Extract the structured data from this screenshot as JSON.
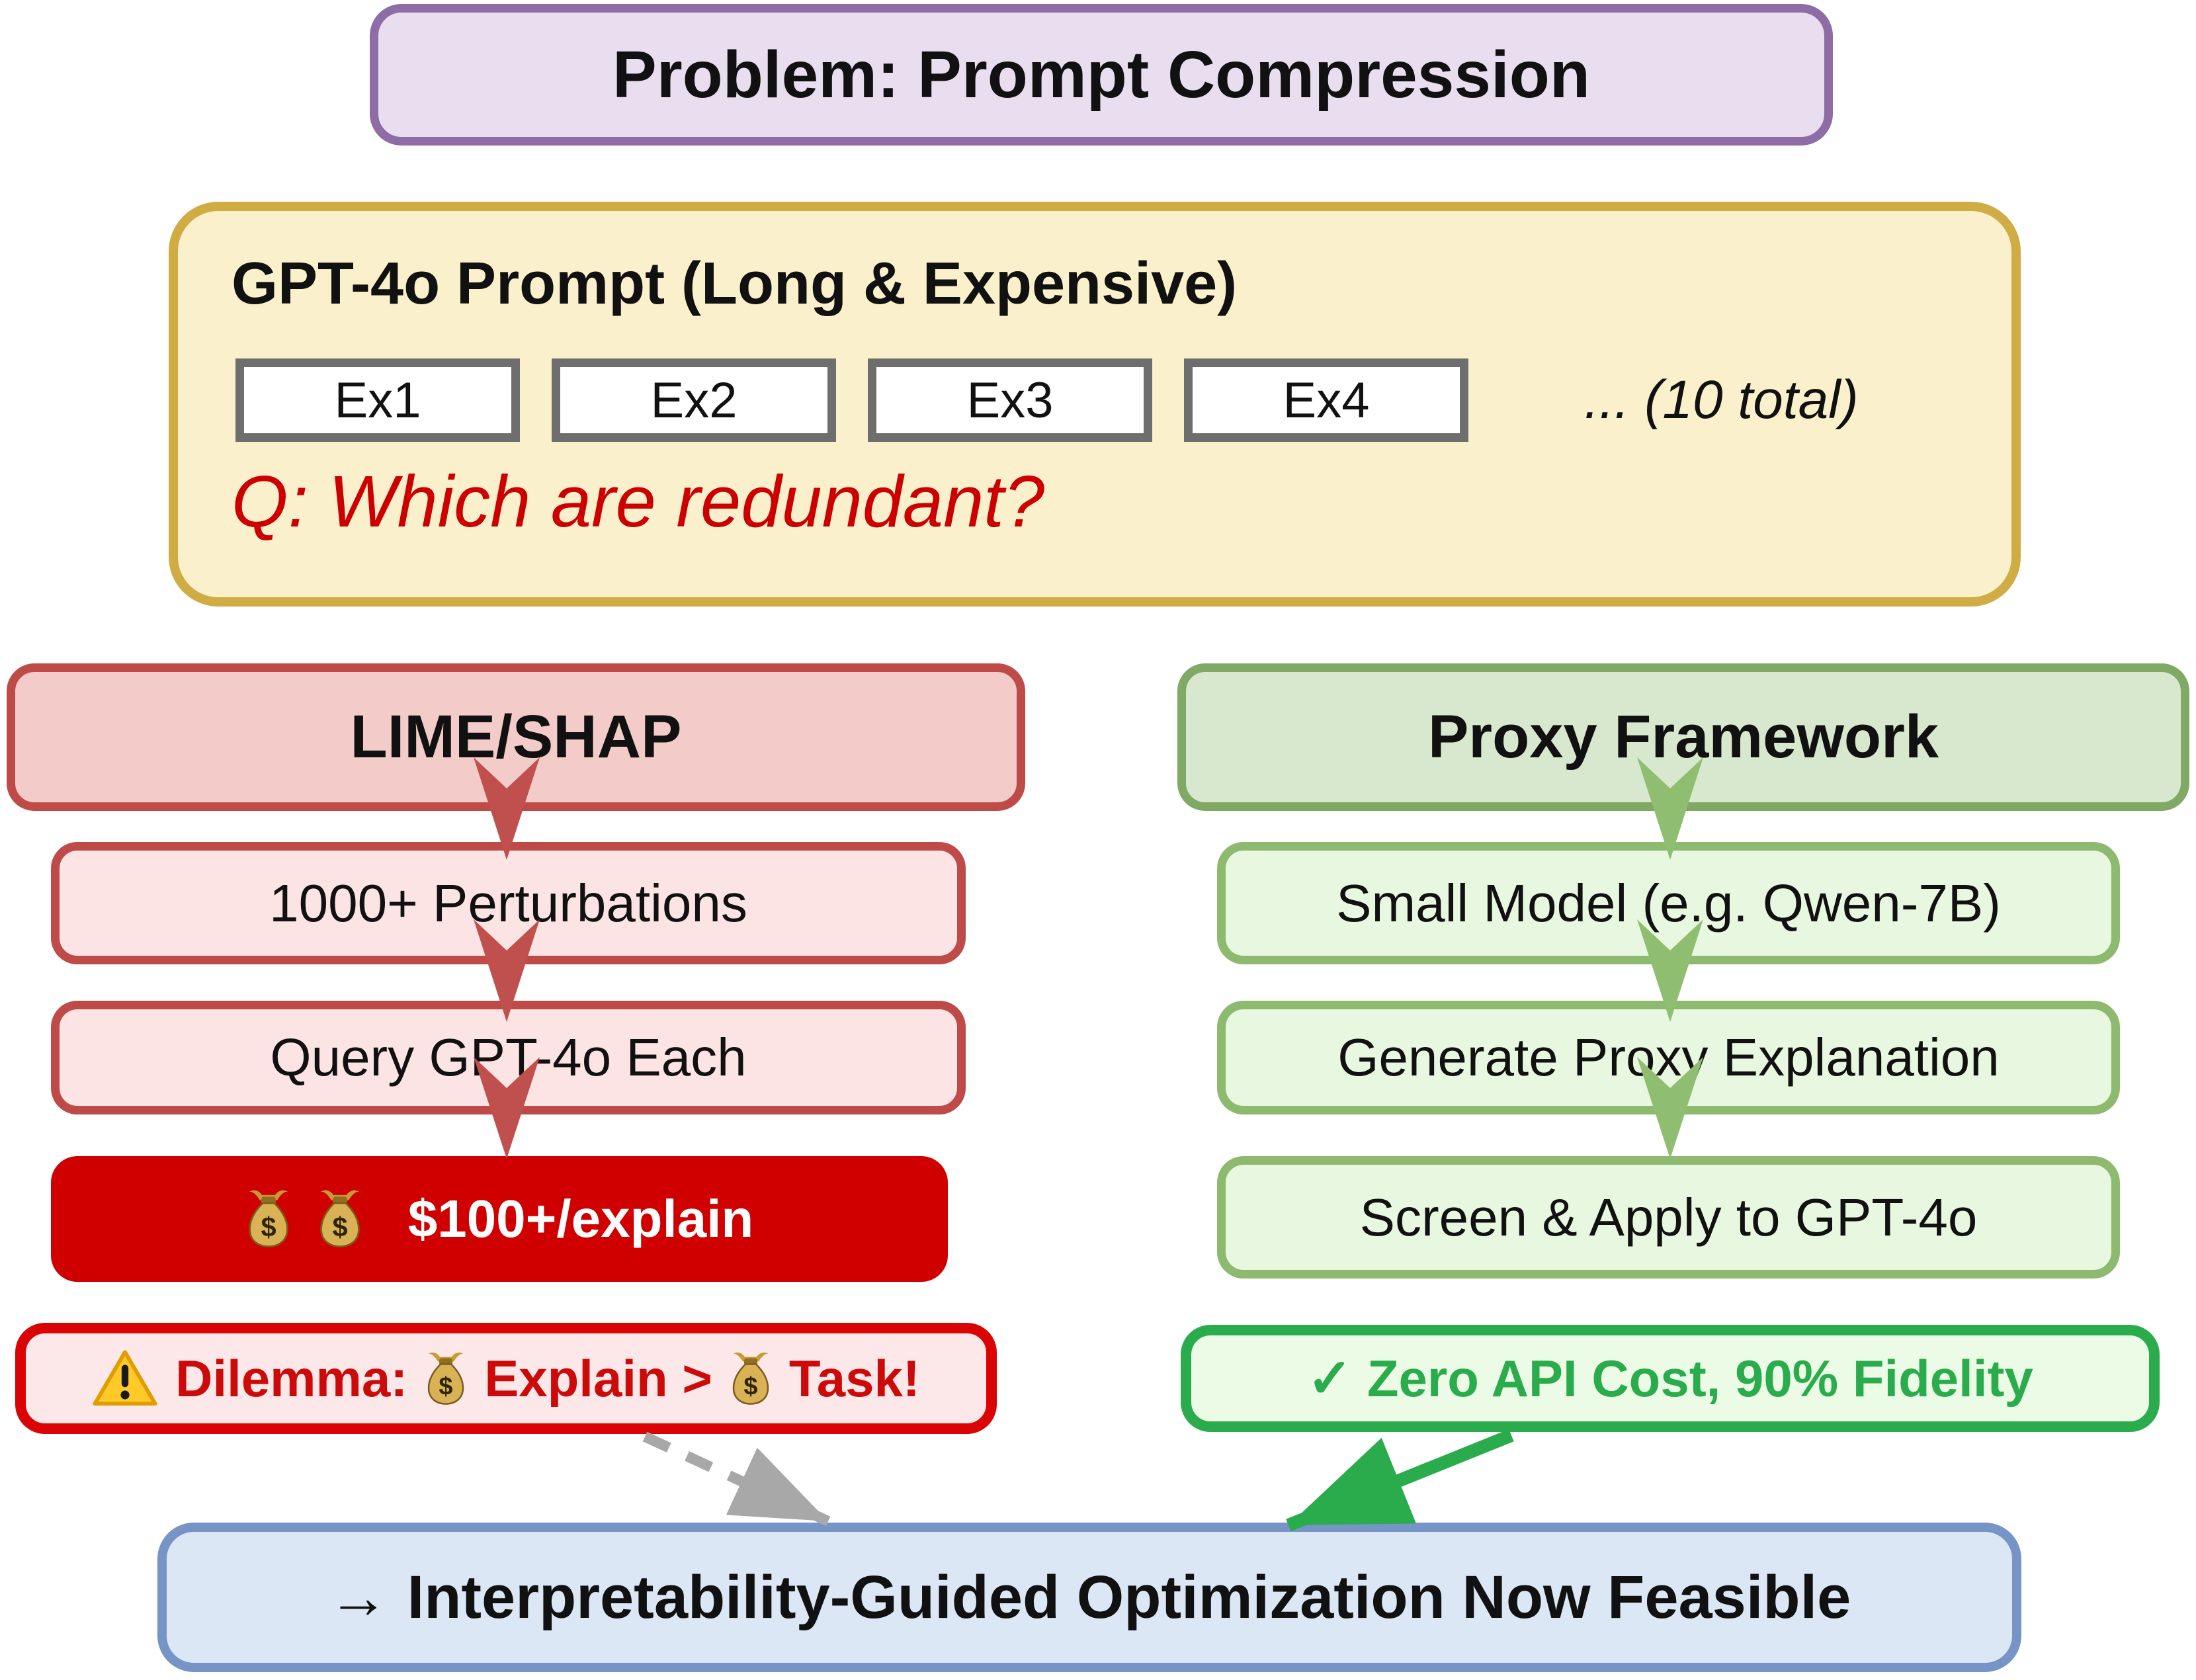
{
  "title": {
    "label": "Problem: Prompt Compression"
  },
  "prompt_box": {
    "heading": "GPT-4o Prompt (Long & Expensive)",
    "examples": [
      "Ex1",
      "Ex2",
      "Ex3",
      "Ex4"
    ],
    "more_note": "... (10 total)",
    "question": "Q: Which are redundant?"
  },
  "lime": {
    "header": "LIME/SHAP",
    "step_perturbations": "1000+ Perturbations",
    "step_query": "Query GPT-4o Each",
    "cost": "$100+/explain",
    "dilemma_label": "Dilemma:",
    "dilemma_compare": "Explain >",
    "dilemma_task": "Task!"
  },
  "proxy": {
    "header": "Proxy Framework",
    "step_small_model": "Small Model (e.g. Qwen-7B)",
    "step_generate": "Generate Proxy Explanation",
    "step_screen": "Screen & Apply to GPT-4o",
    "result_check": "✓",
    "result": "Zero API Cost, 90% Fidelity"
  },
  "conclusion": {
    "arrow": "→",
    "text": "Interpretability-Guided Optimization Now Feasible"
  },
  "icons": {
    "warning": "warning-icon",
    "money_bag": "money-bag-icon",
    "check": "check-icon",
    "down_arrow": "arrow-down-icon"
  },
  "colors": {
    "purple_border": "#8E6CA5",
    "purple_fill": "#E8DEF0",
    "gold_border": "#D0AC45",
    "cream_fill": "#FBF0CC",
    "red_border": "#BE4B48",
    "pink_header_fill": "#F3CCCA",
    "pink_row_fill": "#FBE4E3",
    "cost_red": "#D10000",
    "dilemma_border": "#DB0404",
    "dilemma_fill": "#FCE8E8",
    "dilemma_text": "#CC0A0A",
    "green_header_border": "#7FA964",
    "green_header_fill": "#D7E8CE",
    "green_row_border": "#8DBA6F",
    "green_row_fill": "#E8F7DF",
    "bright_green": "#2BAC4C",
    "zero_fill": "#EBFBE6",
    "blue_border": "#7794C6",
    "blue_fill": "#DCE7F6",
    "red_arrow": "#C0504D",
    "green_arrow": "#8FBE70",
    "gray_arrow": "#A8A8A8",
    "question_red": "#CC0000"
  }
}
